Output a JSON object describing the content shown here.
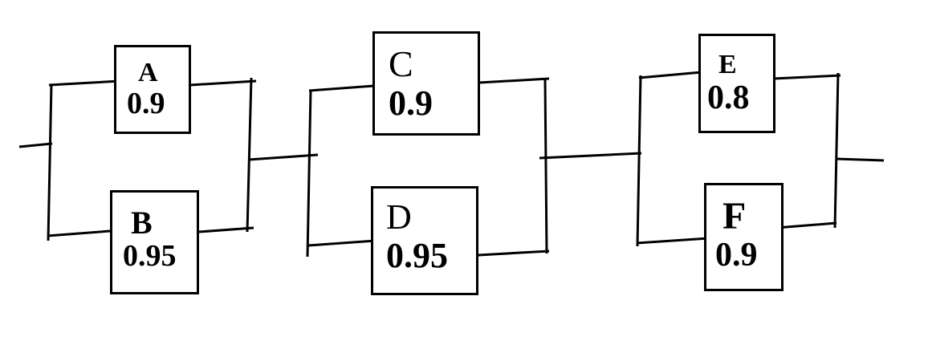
{
  "diagram": {
    "kind": "reliability block diagram",
    "structure": "three parallel component pairs connected in series",
    "colors": {
      "line": "#000000",
      "background": "#ffffff",
      "text": "#000000"
    },
    "stages": [
      {
        "name": "stage-1",
        "components": [
          {
            "label": "A",
            "value": "0.9"
          },
          {
            "label": "B",
            "value": "0.95"
          }
        ]
      },
      {
        "name": "stage-2",
        "components": [
          {
            "label": "C",
            "value": "0.9"
          },
          {
            "label": "D",
            "value": "0.95"
          }
        ]
      },
      {
        "name": "stage-3",
        "components": [
          {
            "label": "E",
            "value": "0.8"
          },
          {
            "label": "F",
            "value": "0.9"
          }
        ]
      }
    ]
  }
}
